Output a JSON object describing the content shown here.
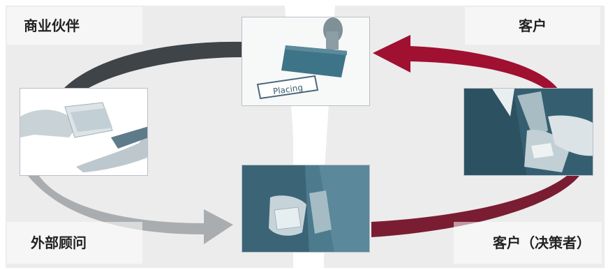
{
  "labels": {
    "top_left": "商业伙伴",
    "top_right": "客户",
    "bottom_left": "外部顾问",
    "bottom_right": "客户（决策者）"
  },
  "images": {
    "top": {
      "stamp_text": "Placing"
    }
  },
  "colors": {
    "panel_bg": "#ececec",
    "arrow_dark_gray": "#3e4448",
    "arrow_light_gray": "#a9adb0",
    "arrow_dark_red": "#7a1d33",
    "arrow_bright_red": "#a01030",
    "photo_tint": "#3f6b7e"
  },
  "icons": [
    "handshake-money-photo",
    "stamp-photo",
    "bribe-pocket-photo",
    "hand-in-pocket-photo"
  ]
}
